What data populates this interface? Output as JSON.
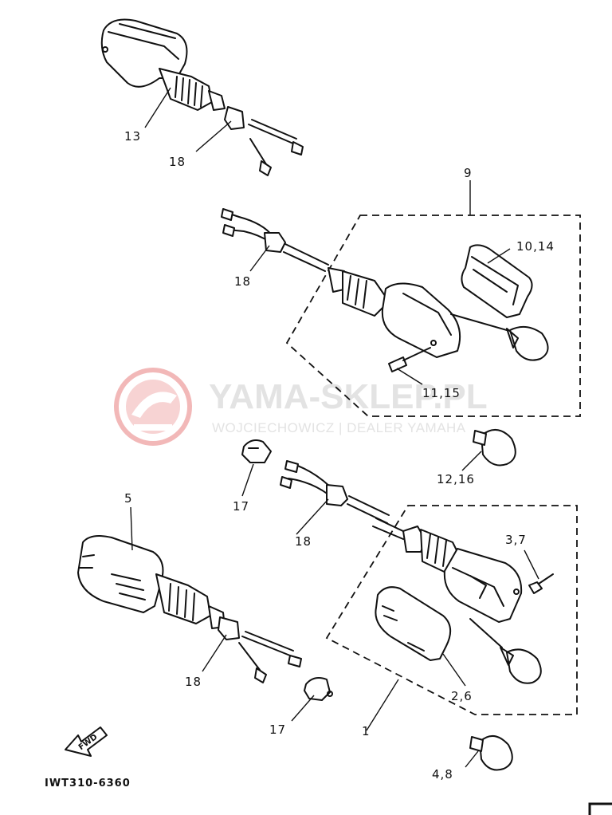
{
  "watermark": {
    "brand": "YAMA-SKLEP.PL",
    "tagline": "WOJCIECHOWICZ | DEALER YAMAHA"
  },
  "diagram_code": "IWT310-6360",
  "fwd_label": "FWD",
  "callouts": {
    "c13": "13",
    "c18a": "18",
    "c9": "9",
    "c1014": "10,14",
    "c18b": "18",
    "c1115": "11,15",
    "c1216": "12,16",
    "c17a": "17",
    "c5": "5",
    "c18c": "18",
    "c37": "3,7",
    "c18d": "18",
    "c26": "2,6",
    "c17b": "17",
    "c1": "1",
    "c48": "4,8"
  },
  "colors": {
    "ink": "#111111",
    "watermark": "#e3e3e3",
    "logo_red": "#f2b8b8"
  }
}
